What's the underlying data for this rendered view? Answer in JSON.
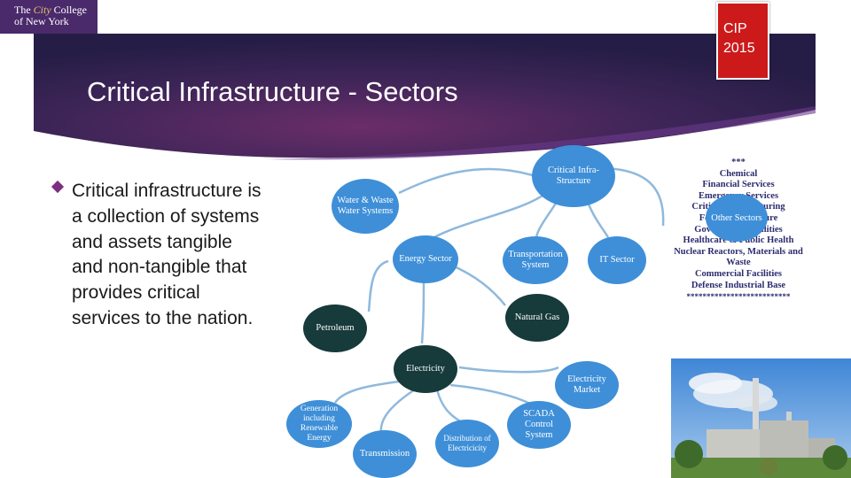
{
  "header": {
    "logo": {
      "line1_a": "The ",
      "line1_b": "City",
      "line1_c": " College",
      "line2": "of New York"
    },
    "badge": {
      "line1": "CIP",
      "line2": "2015"
    },
    "title": "Critical Infrastructure - Sectors"
  },
  "bullet": {
    "text": "Critical infrastructure is a collection of systems and assets tangible and non-tangible that provides critical services to the nation."
  },
  "diagram": {
    "nodes": {
      "critical": "Critical Infra- Structure",
      "water": "Water & Waste Water Systems",
      "energy": "Energy Sector",
      "transport": "Transportation System",
      "it": "IT Sector",
      "petroleum": "Petroleum",
      "natgas": "Natural Gas",
      "electricity": "Electricity",
      "market": "Electricity Market",
      "generation": "Generation including Renewable Energy",
      "transmission": "Transmission",
      "distribution": "Distribution of Electricicity",
      "scada": "SCADA Control System"
    },
    "other_sectors": {
      "label": "Other Sectors",
      "lines": [
        "***",
        "Chemical",
        "Financial Services",
        "Emergency Services",
        "Critical Manufacturing",
        "Food & Agriculture",
        "Government Facilities",
        "Healthcare & Public Health",
        "Nuclear Reactors, Materials and Waste",
        "Commercial Facilities",
        "Defense Industrial Base",
        "**************************"
      ]
    }
  },
  "colors": {
    "banner_dark": "#2a1f4a",
    "banner_accent": "#6b2d6a",
    "badge": "#cc1a1a",
    "node_light": "#3e8fd8",
    "node_dark": "#173a3a",
    "bullet": "#7b2f80"
  }
}
